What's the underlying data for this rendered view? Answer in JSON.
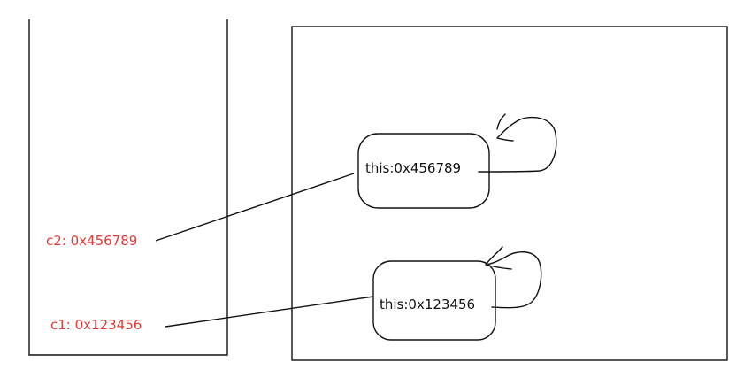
{
  "stack": {
    "variables": [
      {
        "label": "c2: 0x456789"
      },
      {
        "label": "c1: 0x123456"
      }
    ]
  },
  "heap": {
    "objects": [
      {
        "label": "this:0x456789"
      },
      {
        "label": "this:0x123456"
      }
    ]
  },
  "colors": {
    "variable_text": "#e53935",
    "line": "#111111",
    "background": "#ffffff"
  }
}
